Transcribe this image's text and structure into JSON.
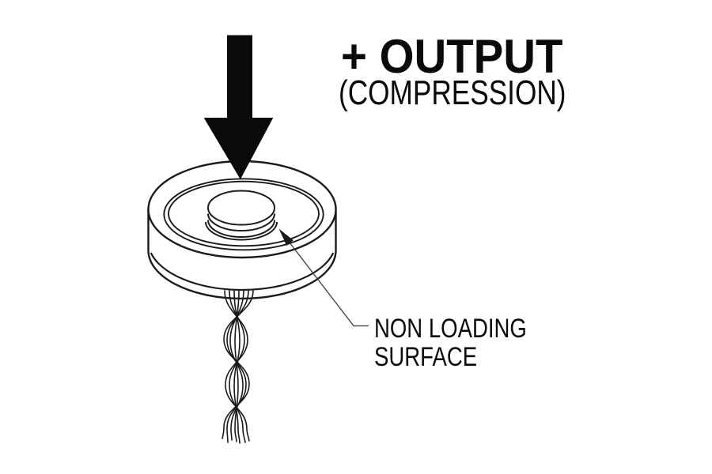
{
  "diagram": {
    "type": "load-cell-compression-diagram",
    "output_label": "+ OUTPUT",
    "compression_label": "(COMPRESSION)",
    "callout": {
      "line1": "NON LOADING",
      "line2": "SURFACE"
    },
    "icons": {
      "force_arrow": "down-arrow-icon",
      "callout_pointer": "leader-arrow-icon"
    },
    "colors": {
      "background": "#ffffff",
      "ink": "#1a1a1a",
      "arrow_fill": "#0a0a0a",
      "leader_line": "#3a3a3a"
    }
  }
}
